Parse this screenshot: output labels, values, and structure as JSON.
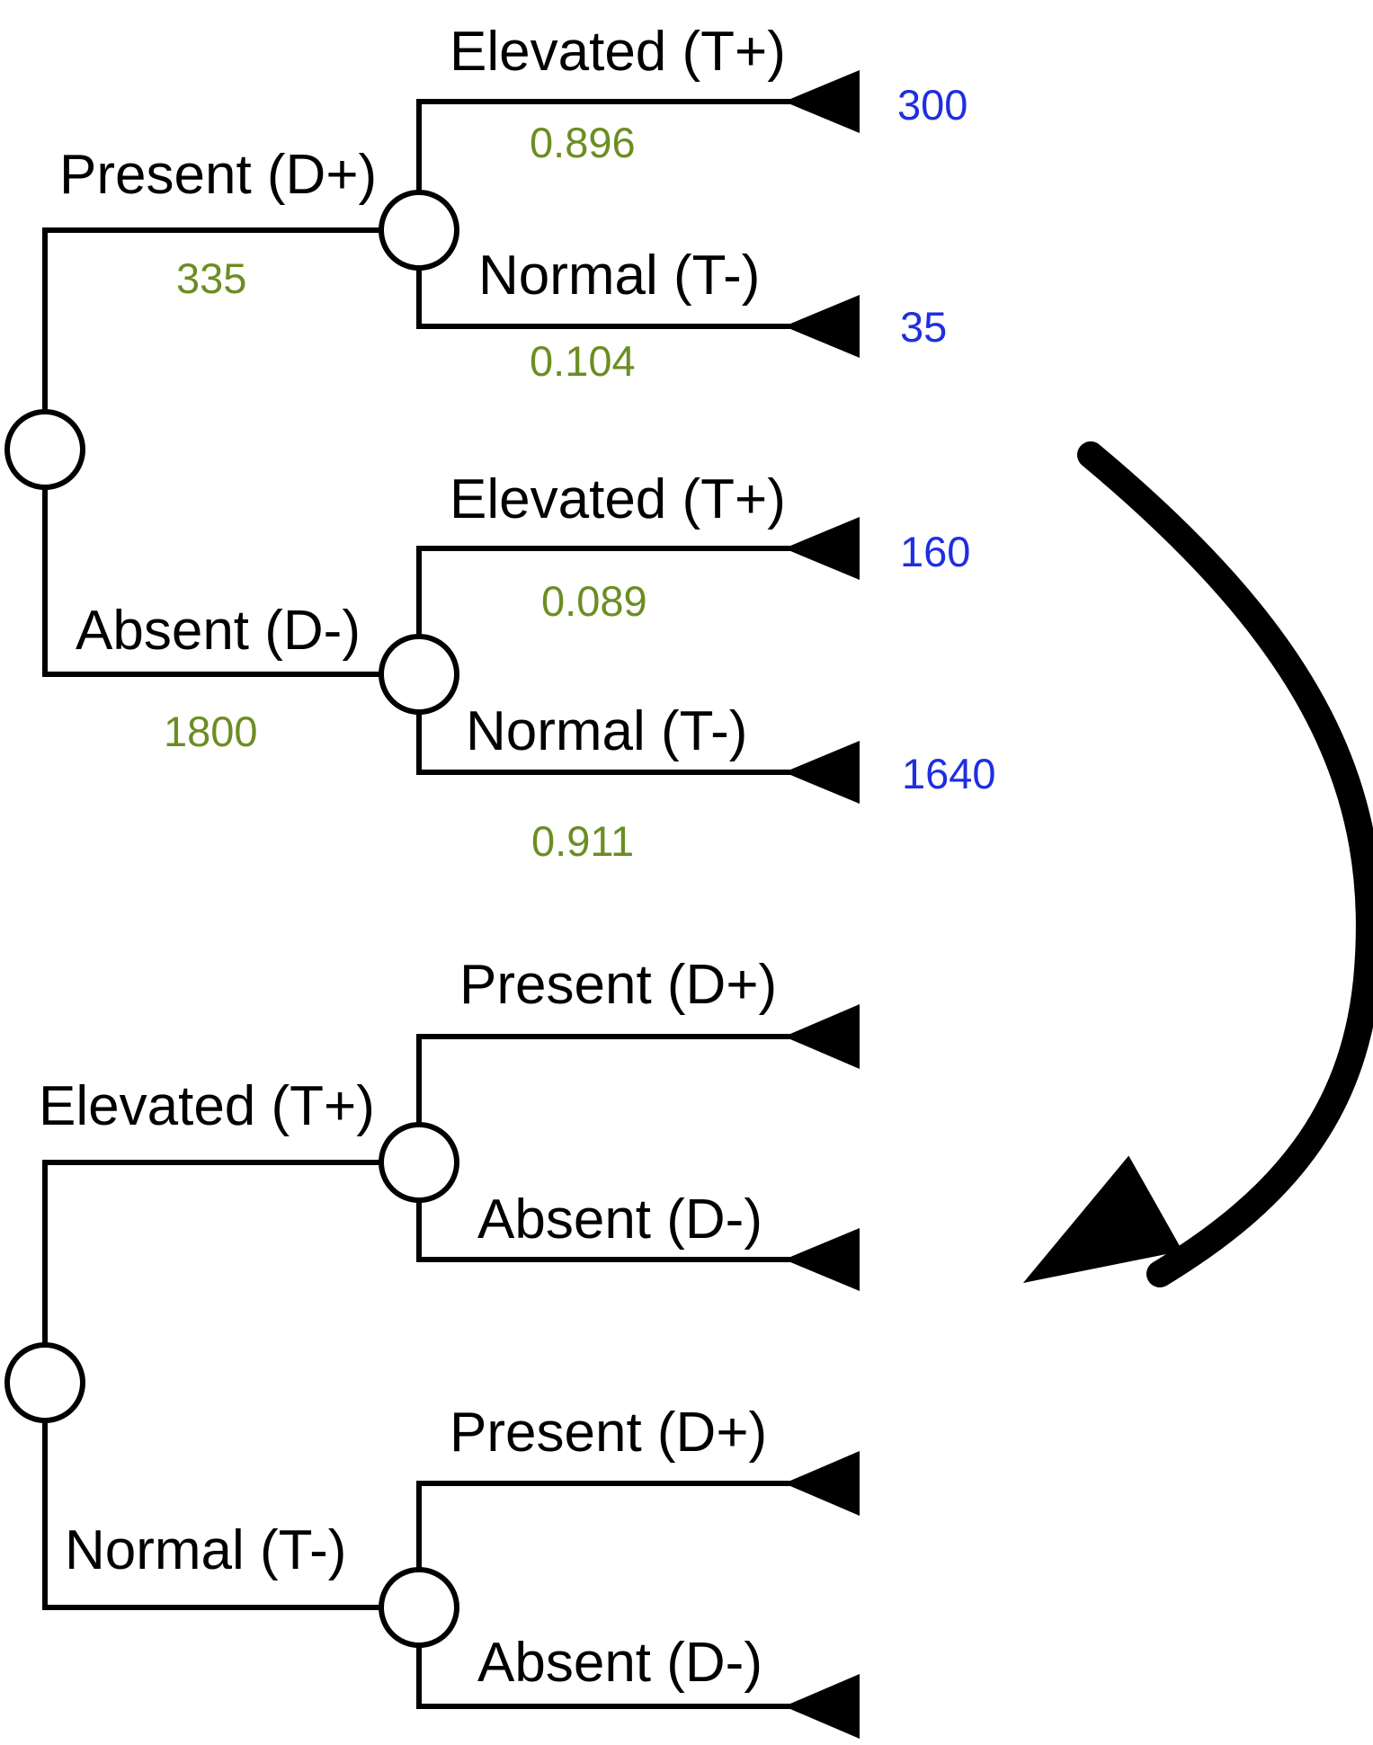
{
  "colors": {
    "line": "#000000",
    "probability_label": "#6b8e23",
    "count_label": "#1f2ee0"
  },
  "top_tree": {
    "d_plus": {
      "label": "Present (D+)",
      "count": "335",
      "t_plus": {
        "label": "Elevated (T+)",
        "probability": "0.896",
        "outcome": "300"
      },
      "t_minus": {
        "label": "Normal (T-)",
        "probability": "0.104",
        "outcome": "35"
      }
    },
    "d_minus": {
      "label": "Absent (D-)",
      "count": "1800",
      "t_plus": {
        "label": "Elevated (T+)",
        "probability": "0.089",
        "outcome": "160"
      },
      "t_minus": {
        "label": "Normal (T-)",
        "probability": "0.911",
        "outcome": "1640"
      }
    }
  },
  "bottom_tree": {
    "t_plus": {
      "label": "Elevated (T+)",
      "d_plus": {
        "label": "Present (D+)"
      },
      "d_minus": {
        "label": "Absent (D-)"
      }
    },
    "t_minus": {
      "label": "Normal (T-)",
      "d_plus": {
        "label": "Present (D+)"
      },
      "d_minus": {
        "label": "Absent (D-)"
      }
    }
  },
  "arrow": {
    "icon": "curved-arrow-icon"
  }
}
